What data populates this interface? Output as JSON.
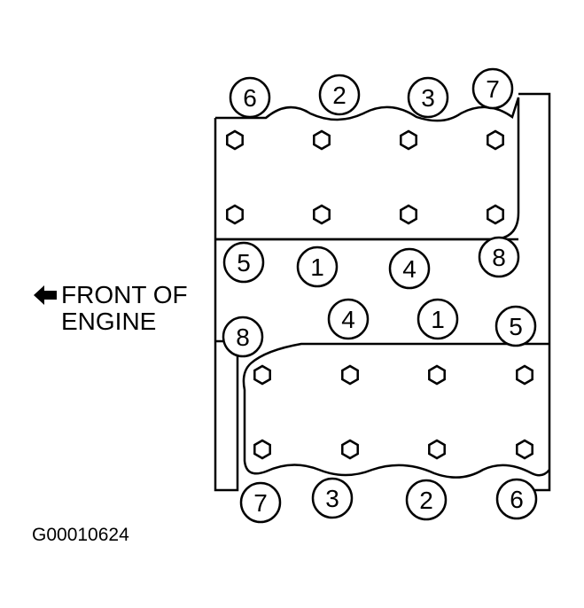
{
  "caption": {
    "front_line1": "FRONT OF",
    "front_line2": "ENGINE",
    "figure_id": "G00010624"
  },
  "icons": {
    "front_arrow": "left-arrow-icon",
    "bolt": "hex-bolt-icon"
  },
  "colors": {
    "line": "#000000",
    "background": "#ffffff"
  },
  "sequence": {
    "upper_head_top": [
      "6",
      "2",
      "3",
      "7"
    ],
    "upper_head_bottom": [
      "5",
      "1",
      "4",
      "8"
    ],
    "lower_head_top": [
      "8",
      "4",
      "1",
      "5"
    ],
    "lower_head_bottom": [
      "7",
      "3",
      "2",
      "6"
    ]
  }
}
